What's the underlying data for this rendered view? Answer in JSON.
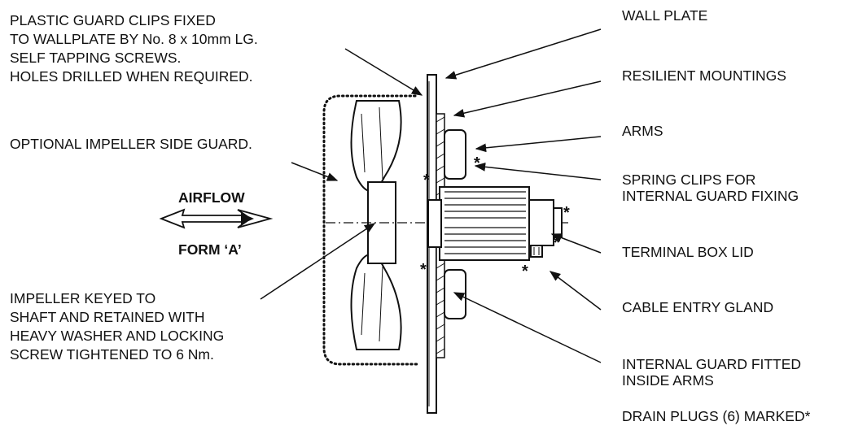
{
  "labels": {
    "plastic_guard_clips": [
      "PLASTIC GUARD CLIPS FIXED",
      "TO WALLPLATE BY No. 8 x 10mm LG.",
      "SELF TAPPING SCREWS.",
      "HOLES DRILLED WHEN REQUIRED."
    ],
    "optional_side_guard": "OPTIONAL IMPELLER SIDE GUARD.",
    "airflow": "AIRFLOW",
    "form_a": "FORM ‘A’",
    "impeller_keyed": [
      "IMPELLER KEYED TO",
      "SHAFT AND RETAINED WITH",
      "HEAVY WASHER AND LOCKING",
      "SCREW TIGHTENED TO 6 Nm."
    ],
    "wall_plate": "WALL PLATE",
    "resilient_mountings": "RESILIENT MOUNTINGS",
    "arms": "ARMS",
    "spring_clips": [
      "SPRING CLIPS FOR",
      "INTERNAL GUARD FIXING"
    ],
    "terminal_box_lid": "TERMINAL BOX LID",
    "cable_entry_gland": "CABLE ENTRY GLAND",
    "internal_guard": [
      "INTERNAL GUARD FITTED",
      "INSIDE ARMS"
    ],
    "drain_plugs": "DRAIN PLUGS (6) MARKED*"
  },
  "drain_marker": "*",
  "colors": {
    "ink": "#111111",
    "background": "#ffffff"
  }
}
